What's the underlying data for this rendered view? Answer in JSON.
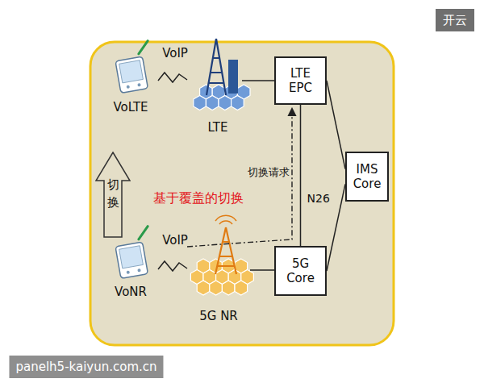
{
  "diagram": {
    "nodes": [
      {
        "text": [
          "LTE EPC"
        ]
      },
      {
        "text": [
          "切换"
        ]
      },
      {
        "text": [
          "IMS Core"
        ]
      },
      {
        "text": [
          "5G Core"
        ]
      }
    ],
    "edges": [
      {
        "from": 0,
        "to": 2,
        "arrow": "none"
      },
      {
        "from": 0,
        "to": 3,
        "label": "N26",
        "arrow": "none"
      },
      {
        "from": 3,
        "to": 2,
        "arrow": "none"
      }
    ],
    "labels": [
      "VoIP",
      "VoLTE",
      "LTE",
      "切换请求",
      "基于覆盖的切换",
      "VoIP",
      "VoNR",
      "5G NR",
      "开云",
      "panelh5-kaiyun.com.cn"
    ]
  }
}
